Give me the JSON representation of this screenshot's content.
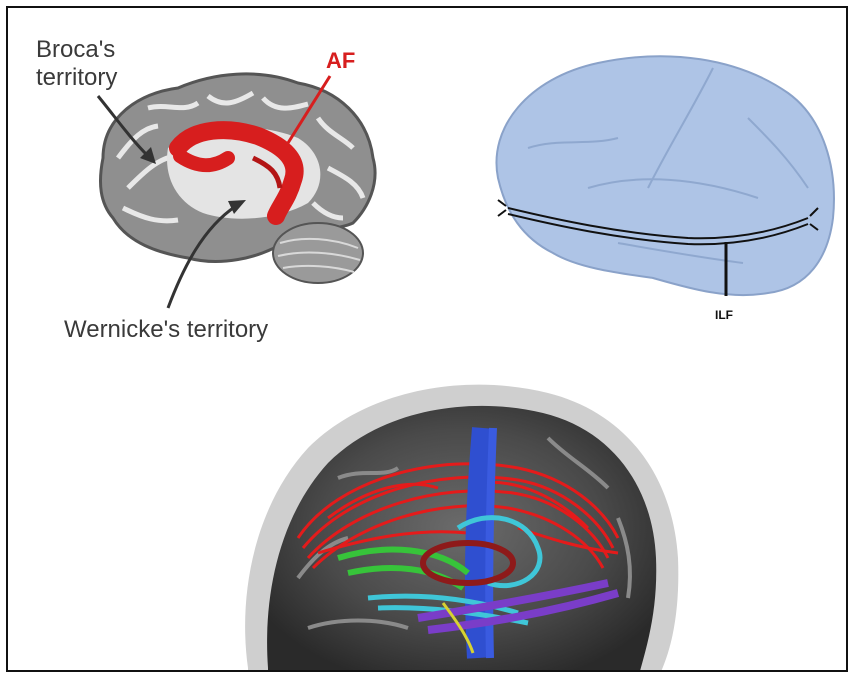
{
  "labels": {
    "broca_line1": "Broca's",
    "broca_line2": "territory",
    "af": "AF",
    "wernicke": "Wernicke's territory",
    "ilf": "ILF"
  },
  "colors": {
    "af_tract": "#d71e1e",
    "cortex_gray": "#8a8a8a",
    "white_matter": "#e6e6e6",
    "ilf_brain_fill": "#aec4e6",
    "tract_red": "#e41b1b",
    "tract_blue": "#2f4fd0",
    "tract_green": "#37c43a",
    "tract_cyan": "#3fc6d8",
    "tract_purple": "#7a3dc8",
    "tract_yellow": "#d7d231"
  }
}
